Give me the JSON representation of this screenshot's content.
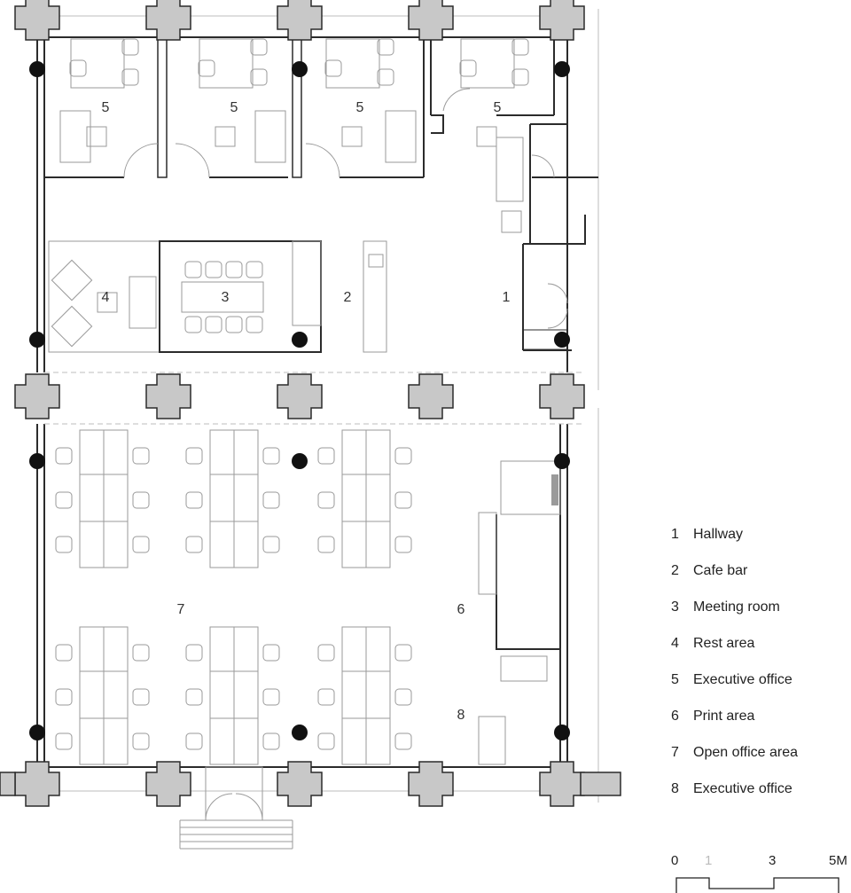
{
  "room_numbers": {
    "hallway": "1",
    "cafe_bar": "2",
    "meeting_room": "3",
    "rest_area": "4",
    "executive_office_a": "5",
    "executive_office_b": "5",
    "executive_office_c": "5",
    "executive_office_d": "5",
    "print_area": "6",
    "open_office_area": "7",
    "executive_office_south": "8"
  },
  "legend": [
    {
      "num": "1",
      "label": "Hallway"
    },
    {
      "num": "2",
      "label": "Cafe bar"
    },
    {
      "num": "3",
      "label": "Meeting room"
    },
    {
      "num": "4",
      "label": "Rest area"
    },
    {
      "num": "5",
      "label": "Executive office"
    },
    {
      "num": "6",
      "label": "Print area"
    },
    {
      "num": "7",
      "label": "Open office area"
    },
    {
      "num": "8",
      "label": "Executive office"
    }
  ],
  "scale_bar": {
    "t0": "0",
    "t1": "1",
    "t3": "3",
    "t5": "5M"
  },
  "colors": {
    "wall": "#2b2b2b",
    "column_fill": "#c8c8c8",
    "furniture": "#9a9a9a",
    "glass": "#bdbdbd",
    "pillar": "#111111"
  }
}
